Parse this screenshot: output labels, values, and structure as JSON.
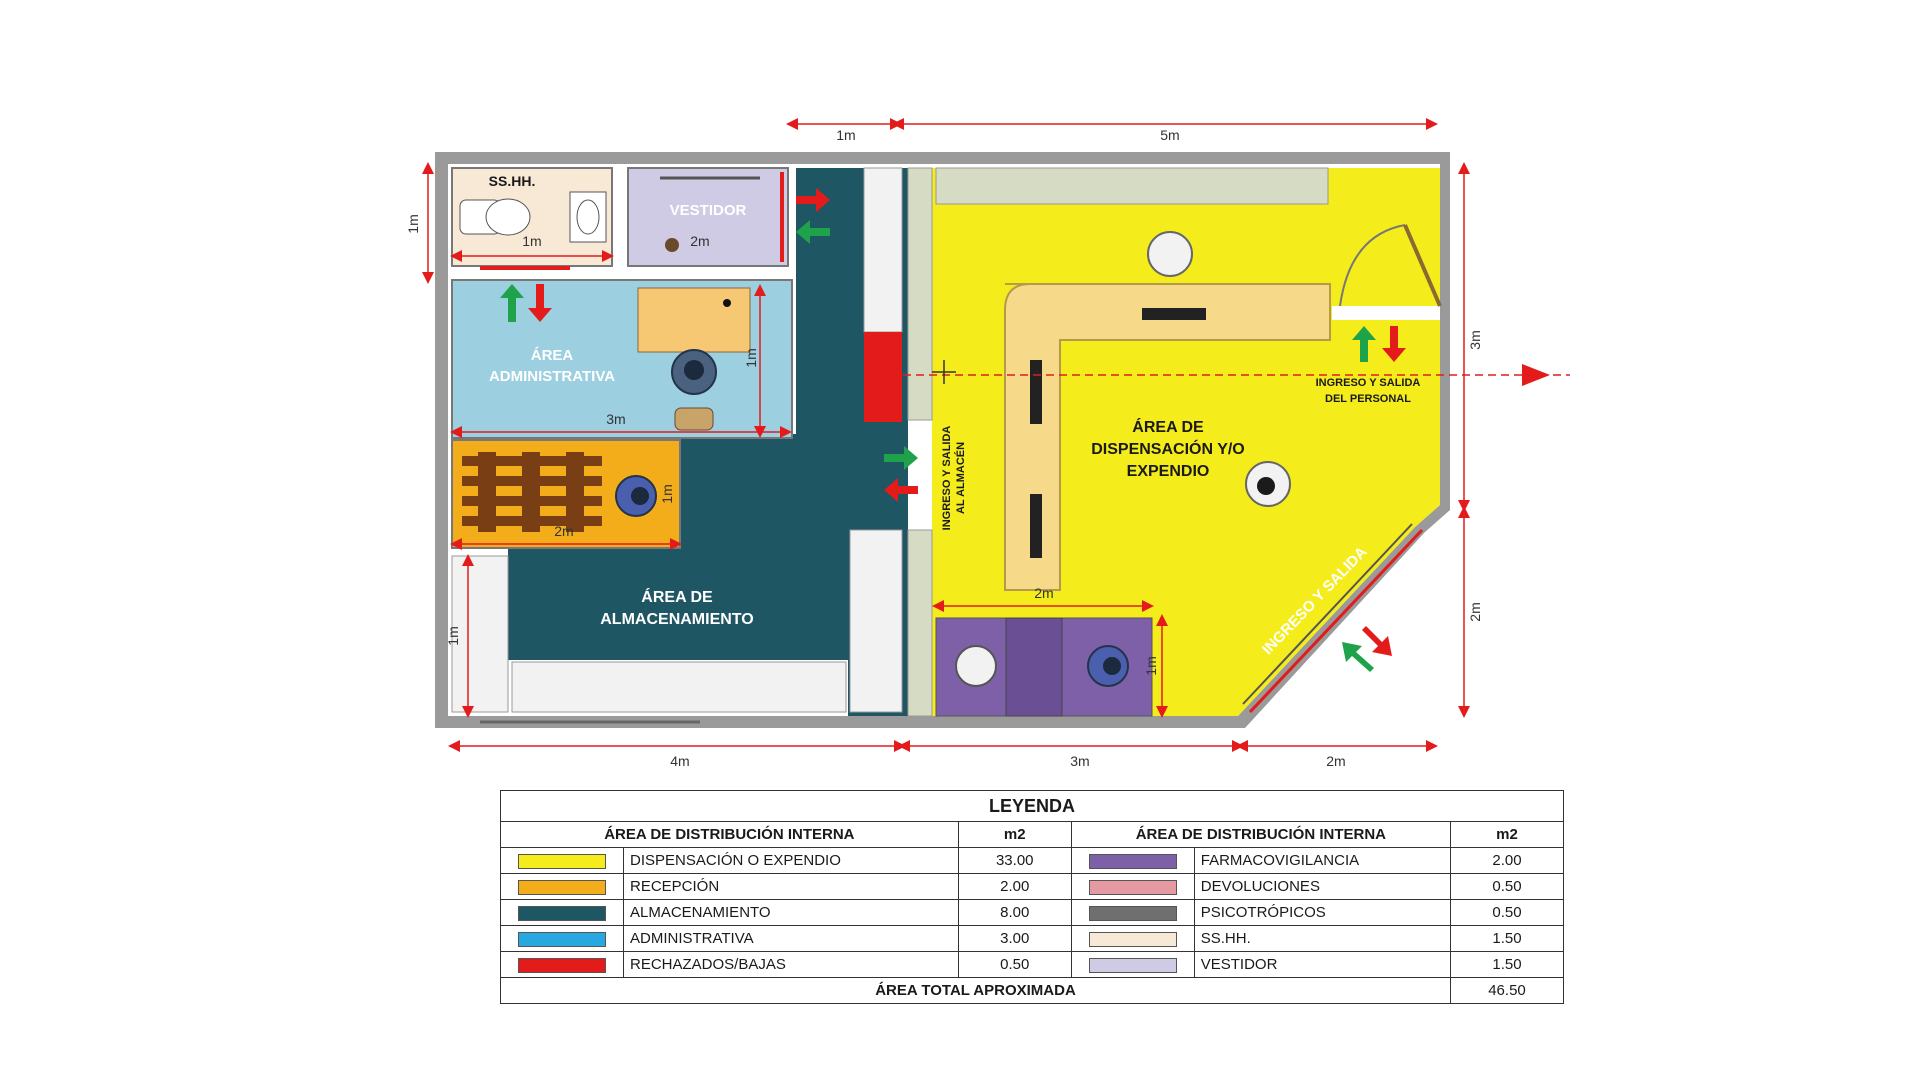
{
  "rooms": {
    "sshh": "SS.HH.",
    "vestidor": "VESTIDOR",
    "administrativa_1": "ÁREA",
    "administrativa_2": "ADMINISTRATIVA",
    "almacenamiento_1": "ÁREA DE",
    "almacenamiento_2": "ALMACENAMIENTO",
    "dispensacion_1": "ÁREA DE",
    "dispensacion_2": "DISPENSACIÓN Y/O",
    "dispensacion_3": "EXPENDIO",
    "almacen_door_1": "INGRESO Y SALIDA",
    "almacen_door_2": "AL ALMACÉN",
    "personal_door_1": "INGRESO Y SALIDA",
    "personal_door_2": "DEL PERSONAL",
    "main_door": "INGRESO Y SALIDA"
  },
  "dimensions": {
    "top_1m": "1m",
    "top_5m": "5m",
    "left_1m": "1m",
    "sshh_1m": "1m",
    "vestidor_2m": "2m",
    "admin_1m": "1m",
    "admin_3m": "3m",
    "recep_1m": "1m",
    "recep_2m": "2m",
    "left_bottom_1m": "1m",
    "bottom_4m": "4m",
    "bottom_3m": "3m",
    "bottom_2m": "2m",
    "right_3m": "3m",
    "right_2m": "2m",
    "farmaco_2m": "2m",
    "farmaco_1m": "1m"
  },
  "colors": {
    "dispensacion": "#f5ec1c",
    "recepcion": "#f4ad1a",
    "almacenamiento": "#1f5664",
    "administrativa": "#9ccfe0",
    "rechazados": "#e31b1b",
    "farmacovigilancia": "#7d60a8",
    "devoluciones": "#e49aa0",
    "psicotropicos": "#7f7f7f",
    "sshh": "#f8e8d6",
    "vestidor": "#cfcbe4",
    "wall": "#9a9a9a",
    "arrow_green": "#1fa34a",
    "arrow_red": "#e31b1b"
  },
  "legend": {
    "title": "LEYENDA",
    "header_area": "ÁREA DE DISTRIBUCIÓN INTERNA",
    "header_m2": "m2",
    "left": [
      {
        "name": "DISPENSACIÓN O EXPENDIO",
        "m2": "33.00",
        "color": "#f5ec1c"
      },
      {
        "name": "RECEPCIÓN",
        "m2": "2.00",
        "color": "#f4ad1a"
      },
      {
        "name": "ALMACENAMIENTO",
        "m2": "8.00",
        "color": "#1f5664"
      },
      {
        "name": "ADMINISTRATIVA",
        "m2": "3.00",
        "color": "#27a8e0"
      },
      {
        "name": "RECHAZADOS/BAJAS",
        "m2": "0.50",
        "color": "#e31b1b"
      }
    ],
    "right": [
      {
        "name": "FARMACOVIGILANCIA",
        "m2": "2.00",
        "color": "#7d60a8"
      },
      {
        "name": "DEVOLUCIONES",
        "m2": "0.50",
        "color": "#e49aa0"
      },
      {
        "name": "PSICOTRÓPICOS",
        "m2": "0.50",
        "color": "#6f6f6f"
      },
      {
        "name": "SS.HH.",
        "m2": "1.50",
        "color": "#f8e8d6"
      },
      {
        "name": "VESTIDOR",
        "m2": "1.50",
        "color": "#cfcbe4"
      }
    ],
    "total_label": "ÁREA TOTAL APROXIMADA",
    "total_value": "46.50"
  }
}
